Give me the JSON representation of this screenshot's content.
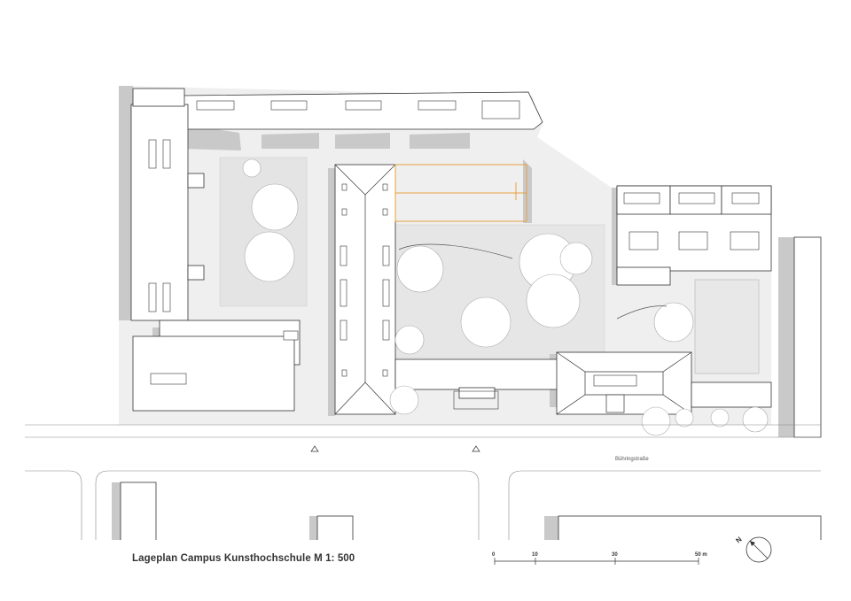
{
  "title": "Lageplan Campus Kunsthochschule  M 1: 500",
  "street_name": "Bühringstraße",
  "scale_bar": {
    "labels": [
      "0",
      "10",
      "30",
      "50 m"
    ]
  },
  "north_label": "N",
  "colors": {
    "shadow": "#c8c8c8",
    "ground": "#ececec",
    "line": "#333333",
    "highlight": "#e8a040"
  }
}
